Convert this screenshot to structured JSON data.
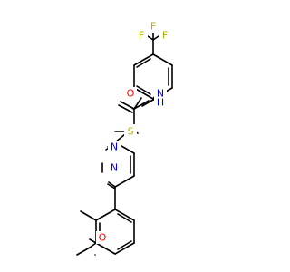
{
  "colors": {
    "carbon": "#000000",
    "oxygen": "#ff0000",
    "nitrogen": "#0000ff",
    "sulfur": "#b2b200",
    "fluorine": "#b2b200",
    "background": "#ffffff"
  },
  "atoms": {
    "f_top": "F",
    "f_left": "F",
    "f_right": "F",
    "amide_o": "O",
    "amide_n": "N",
    "amide_h": "H",
    "thioether_s": "S",
    "ring_n1": "N",
    "ring_n2": "N",
    "ether_o": "O"
  }
}
